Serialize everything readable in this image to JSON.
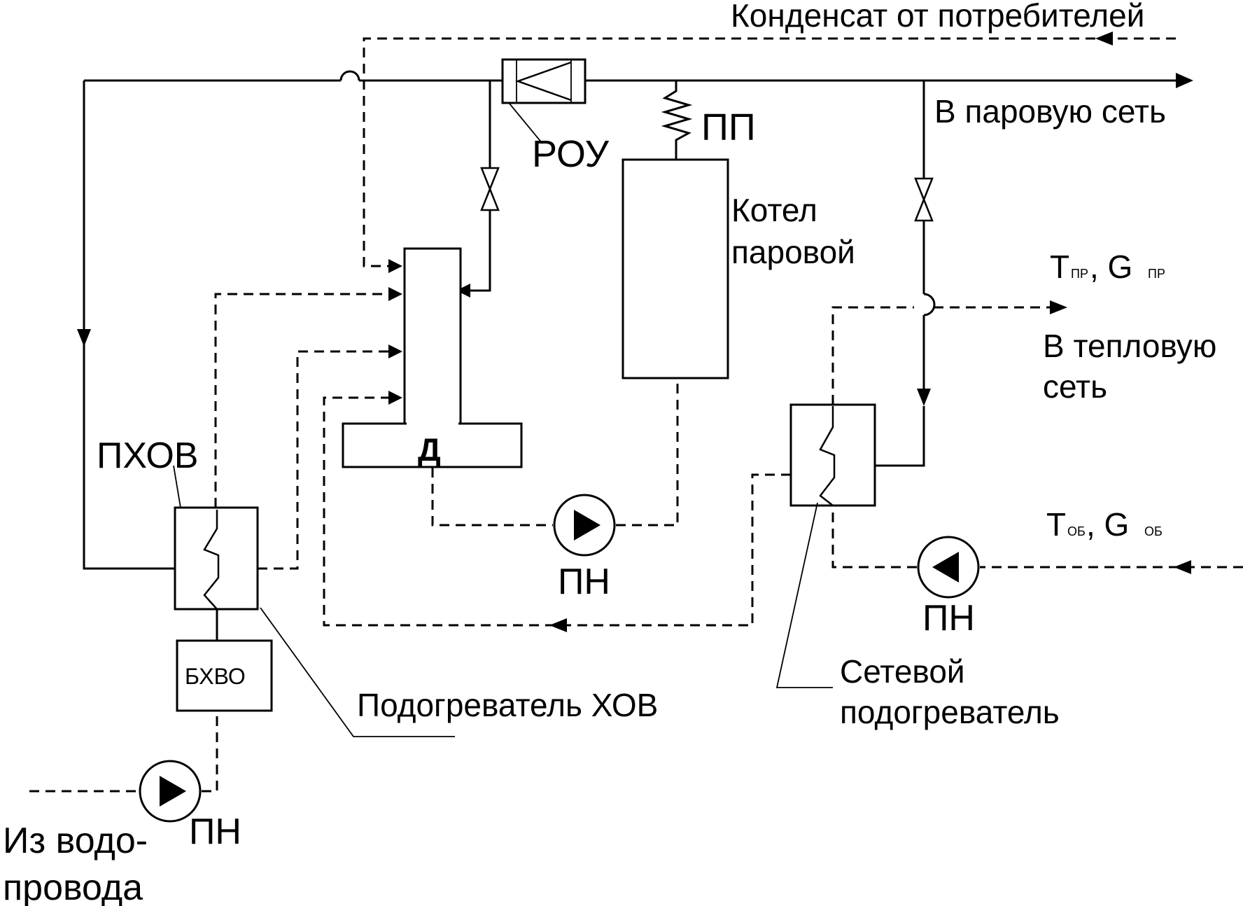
{
  "labels": {
    "condensate": "Конденсат от потребителей",
    "steam_net": "В паровую сеть",
    "rou": "РОУ",
    "pp": "ПП",
    "boiler_line1": "Котел",
    "boiler_line2": "паровой",
    "t_pr_main": "T",
    "t_pr_sub": "ПР",
    "g_pr_main": ", G",
    "g_pr_sub": "ПР",
    "heat_net_line1": "В тепловую",
    "heat_net_line2": "сеть",
    "deaerator": "Д",
    "phov": "ПХОВ",
    "pn_feed": "ПН",
    "t_ob_main": "T",
    "t_ob_sub": "ОБ",
    "g_ob_main": ", G",
    "g_ob_sub": "ОБ",
    "pn_net": "ПН",
    "bhvo": "БХВО",
    "hov_heater": "Подогреватель ХОВ",
    "net_heater_line1": "Сетевой",
    "net_heater_line2": "подогреватель",
    "pn_raw": "ПН",
    "from_water_line1": "Из водо-",
    "from_water_line2": "провода"
  }
}
